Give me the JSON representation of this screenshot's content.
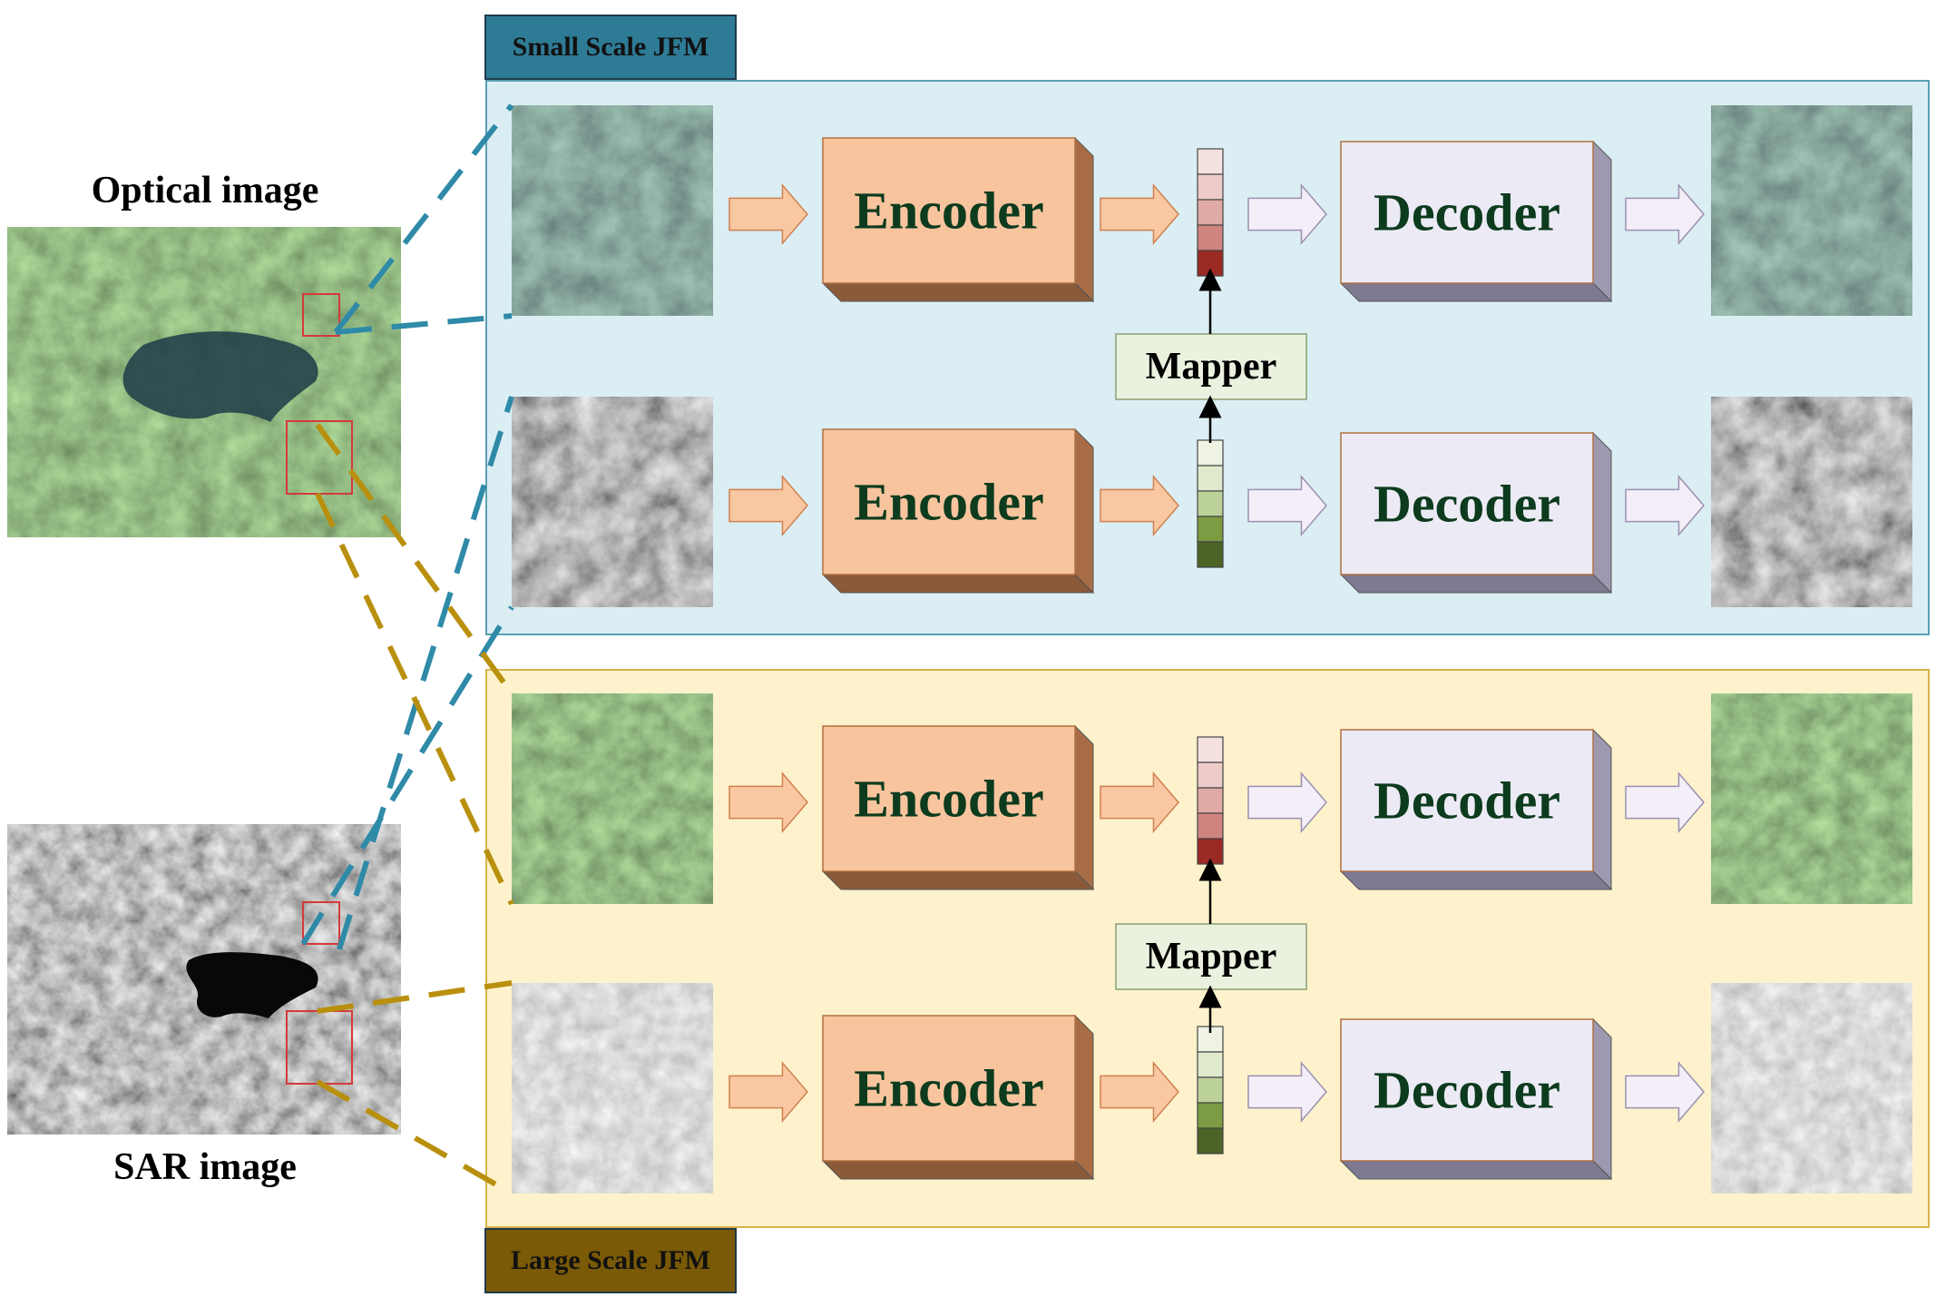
{
  "labels": {
    "small_scale": "Small Scale JFM",
    "large_scale": "Large Scale JFM",
    "optical": "Optical image",
    "sar": "SAR image",
    "encoder": "Encoder",
    "decoder": "Decoder",
    "mapper": "Mapper"
  },
  "colors": {
    "small_panel_bg": "#dbeef3",
    "small_panel_border": "#5aa0b4",
    "large_panel_bg": "#fdf2cc",
    "large_panel_border": "#d9b24a",
    "small_tag_bg": "#2e7b96",
    "large_tag_bg": "#7a5a06",
    "small_link": "#2f8aa8",
    "large_link": "#b9900e",
    "encoder_fill": "#f8c49e",
    "decoder_fill": "#ecebf5",
    "mapper_fill": "#eaf1de",
    "arrow_fill": "#f9c8a2",
    "decoder_text": "#0d3b1e",
    "feature_red": [
      "#f5e2e0",
      "#eccbc8",
      "#e0aaa6",
      "#cf8480",
      "#9b2a25"
    ],
    "feature_green": [
      "#eef3e4",
      "#dfe9cc",
      "#bcd19a",
      "#7c9b43",
      "#4c6426"
    ]
  }
}
